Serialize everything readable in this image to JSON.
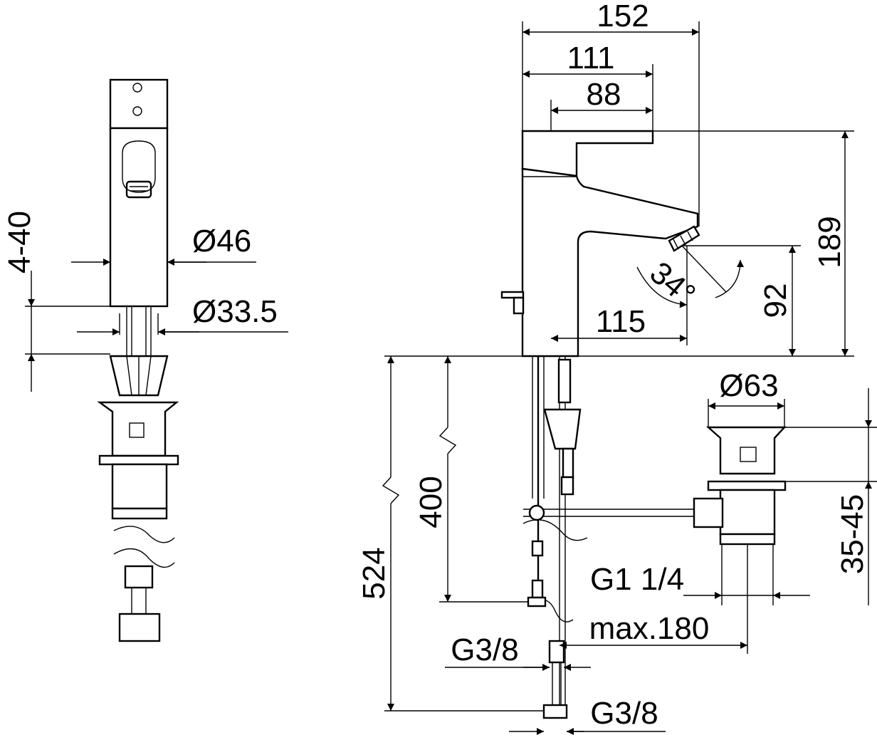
{
  "dimensions": {
    "spout_reach_total": "152",
    "lever_length": "111",
    "lever_offset": "88",
    "body_height": "189",
    "outlet_height": "92",
    "spout_projection": "115",
    "spray_angle": "34°",
    "body_diameter": "Ø46",
    "shank_diameter": "Ø33.5",
    "counter_thickness": "4-40",
    "waste_flange_diameter": "Ø63",
    "waste_depth_range": "35-45",
    "waste_thread": "G1 1/4",
    "pullrod_max": "max.180",
    "supply_thread_1": "G3/8",
    "supply_thread_2": "G3/8",
    "hose_length_to_tap": "400",
    "hose_total_length": "524"
  }
}
